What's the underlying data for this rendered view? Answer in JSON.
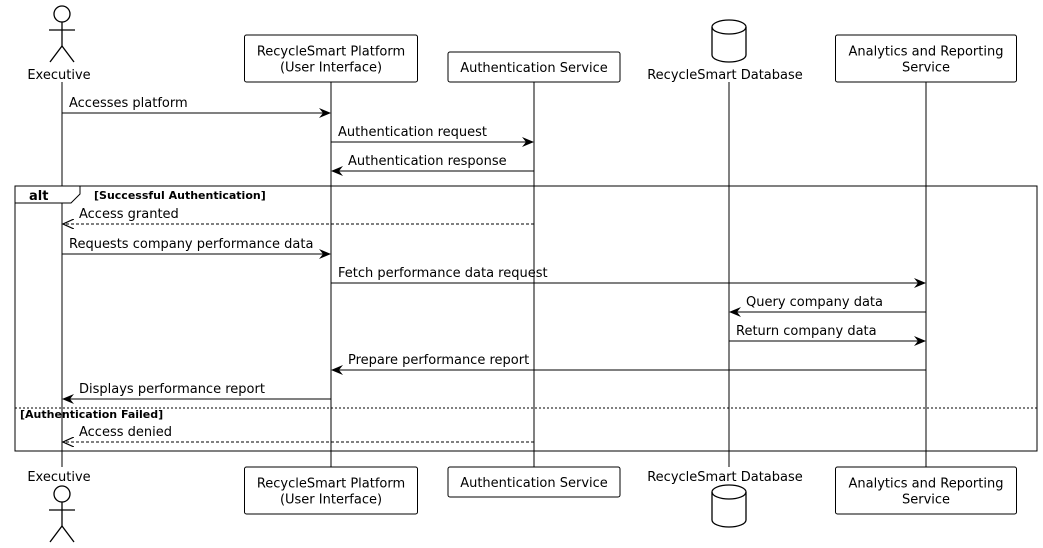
{
  "participants": [
    {
      "id": "exec",
      "label": [
        "Executive"
      ],
      "kind": "actor"
    },
    {
      "id": "ui",
      "label": [
        "RecycleSmart Platform",
        "(User Interface)"
      ],
      "kind": "box"
    },
    {
      "id": "auth",
      "label": [
        "Authentication Service"
      ],
      "kind": "box"
    },
    {
      "id": "db",
      "label": [
        "RecycleSmart Database"
      ],
      "kind": "database"
    },
    {
      "id": "ana",
      "label": [
        "Analytics and Reporting",
        "Service"
      ],
      "kind": "box"
    }
  ],
  "messages": [
    {
      "from": "exec",
      "to": "ui",
      "text": "Accesses platform",
      "style": "solid"
    },
    {
      "from": "ui",
      "to": "auth",
      "text": "Authentication request",
      "style": "solid"
    },
    {
      "from": "auth",
      "to": "ui",
      "text": "Authentication response",
      "style": "solid"
    },
    {
      "from": "auth",
      "to": "exec",
      "text": "Access granted",
      "style": "dashed"
    },
    {
      "from": "exec",
      "to": "ui",
      "text": "Requests company performance data",
      "style": "solid"
    },
    {
      "from": "ui",
      "to": "ana",
      "text": "Fetch performance data request",
      "style": "solid"
    },
    {
      "from": "ana",
      "to": "db",
      "text": "Query company data",
      "style": "solid"
    },
    {
      "from": "db",
      "to": "ana",
      "text": "Return company data",
      "style": "solid"
    },
    {
      "from": "ana",
      "to": "ui",
      "text": "Prepare performance report",
      "style": "solid"
    },
    {
      "from": "ui",
      "to": "exec",
      "text": "Displays performance report",
      "style": "solid"
    },
    {
      "from": "auth",
      "to": "exec",
      "text": "Access denied",
      "style": "dashed"
    }
  ],
  "alt": {
    "keyword": "alt",
    "guard1": "[Successful Authentication]",
    "guard2": "[Authentication Failed]"
  }
}
